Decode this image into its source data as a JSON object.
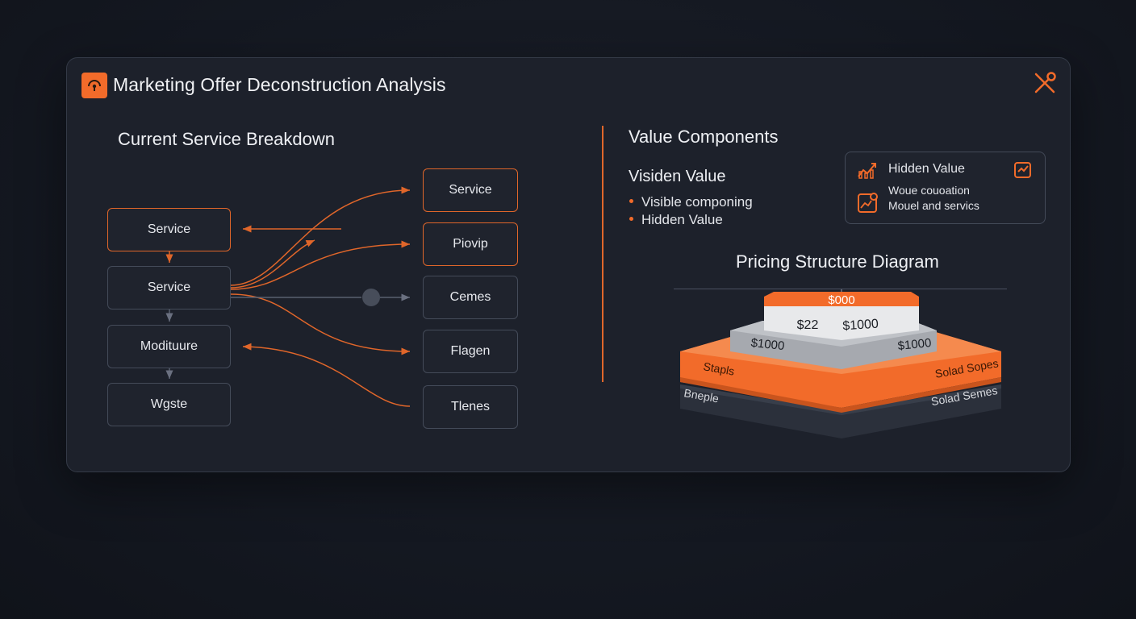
{
  "header": {
    "title": "Marketing Offer Deconstruction Analysis"
  },
  "left": {
    "section_title": "Current Service Breakdown",
    "left_nodes": [
      "Service",
      "Service",
      "Modituure",
      "Wgste"
    ],
    "right_nodes": [
      "Service",
      "Piovip",
      "Cemes",
      "Flagen",
      "Tlenes"
    ]
  },
  "right": {
    "section_title": "Value Components",
    "subhead": "Visiden Value",
    "bullets": [
      "Visible componing",
      "Hidden Value"
    ],
    "card": {
      "row1": "Hidden Value",
      "row2a": "Woue couoation",
      "row2b": "Mouel and servics"
    },
    "pricing_title": "Pricing Structure Diagram",
    "pyramid": {
      "top_price": "$000",
      "mid_price_a": "$22",
      "mid_price_b": "$1000",
      "layer2_left": "$1000",
      "layer2_right": "$1000",
      "orange_left": "Stapls",
      "orange_right": "Solad Sopes",
      "base_left": "Bneple",
      "base_right": "Solad Semes"
    }
  },
  "colors": {
    "accent": "#f26b2a",
    "panel": "#1d212b",
    "node_border": "#444b59"
  },
  "icons": [
    "app-logo-icon",
    "tools-icon",
    "chart-icon",
    "checkbox-icon",
    "analytics-icon"
  ]
}
